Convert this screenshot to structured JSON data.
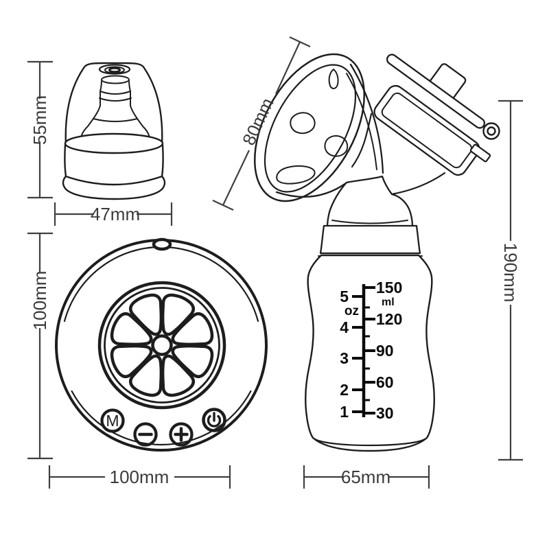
{
  "page": {
    "background": "#ffffff",
    "ink_color": "#1d1d1d",
    "dimension_color": "#3f3f3f",
    "scale_color": "#0a0a0a"
  },
  "parts": {
    "cap": {
      "title": "nipple-cap",
      "height_label": "55mm",
      "width_label": "47mm"
    },
    "flange": {
      "title": "breast-shield-pump-assembly",
      "diameter_label": "80mm"
    },
    "assembly": {
      "title": "pump-bottle-assembly",
      "height_label": "190mm"
    },
    "motor": {
      "title": "motor-unit",
      "height_label": "100mm",
      "width_label": "100mm",
      "buttons": [
        {
          "id": "mode",
          "label": "M"
        },
        {
          "id": "decrease",
          "label": "−"
        },
        {
          "id": "increase",
          "label": "+"
        },
        {
          "id": "power",
          "icon": "power-icon"
        }
      ]
    },
    "bottle": {
      "title": "feeding-bottle",
      "width_label": "65mm",
      "scale": {
        "ml_unit": "ml",
        "oz_unit": "oz",
        "ml_values": [
          "150",
          "120",
          "90",
          "60",
          "30"
        ],
        "oz_values": [
          "5",
          "4",
          "3",
          "2",
          "1"
        ]
      }
    }
  }
}
